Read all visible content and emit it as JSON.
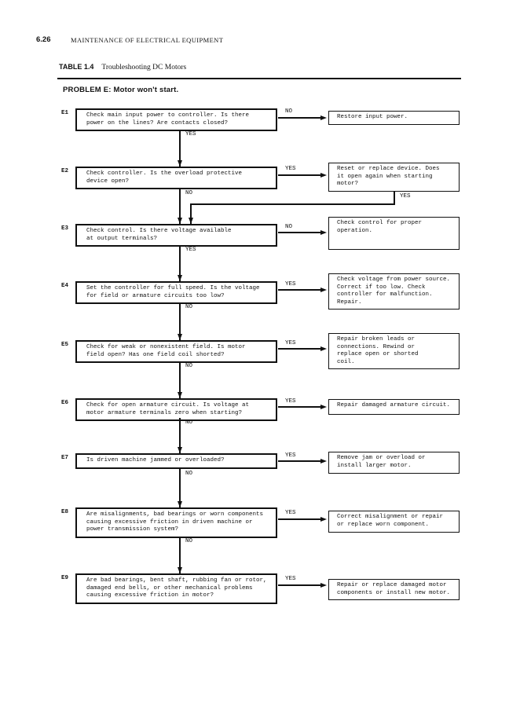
{
  "page": {
    "page_number": "6.26",
    "running_title": "MAINTENANCE OF ELECTRICAL EQUIPMENT",
    "table_label": "TABLE 1.4",
    "table_title": "Troubleshooting DC Motors",
    "problem_heading": "PROBLEM E: Motor won't start."
  },
  "flowchart": {
    "steps": [
      {
        "id": "E1",
        "question": "Check main input power to controller.  Is there\npower on the lines?  Are contacts closed?",
        "branch_label": "NO",
        "action": "Restore input power.",
        "down_label": "YES"
      },
      {
        "id": "E2",
        "question": "Check controller.  Is the overload protective\ndevice open?",
        "branch_label": "YES",
        "action": "Reset or replace device.  Does\nit open again when starting\nmotor?",
        "down_label": "NO",
        "loop_label": "YES"
      },
      {
        "id": "E3",
        "question": "Check control.  Is there voltage available\nat output terminals?",
        "branch_label": "NO",
        "action": "Check control for proper\noperation.",
        "down_label": "YES"
      },
      {
        "id": "E4",
        "question": "Set the controller for full speed.  Is the voltage\nfor field or armature circuits too low?",
        "branch_label": "YES",
        "action": "Check voltage from power source.\nCorrect if too low.  Check\ncontroller for malfunction.\nRepair.",
        "down_label": "NO"
      },
      {
        "id": "E5",
        "question": "Check for weak or nonexistent field.  Is motor\nfield open?  Has one field coil shorted?",
        "branch_label": "YES",
        "action": "Repair broken leads or\nconnections.  Rewind or\nreplace open or shorted\ncoil.",
        "down_label": "NO"
      },
      {
        "id": "E6",
        "question": "Check for open armature circuit.  Is voltage at\nmotor armature terminals zero when starting?",
        "branch_label": "YES",
        "action": "Repair damaged armature circuit.",
        "down_label": "NO"
      },
      {
        "id": "E7",
        "question": "Is driven machine jammed or overloaded?",
        "branch_label": "YES",
        "action": "Remove jam or overload or\ninstall larger motor.",
        "down_label": "NO"
      },
      {
        "id": "E8",
        "question": "Are misalignments, bad bearings or worn components\ncausing excessive friction in driven machine or\npower transmission system?",
        "branch_label": "YES",
        "action": "Correct misalignment or repair\nor replace worn component.",
        "down_label": "NO"
      },
      {
        "id": "E9",
        "question": "Are bad bearings, bent shaft, rubbing fan or rotor,\ndamaged end bells, or other mechanical problems\ncausing excessive friction in motor?",
        "branch_label": "YES",
        "action": "Repair or replace damaged motor\ncomponents or install new motor."
      }
    ]
  }
}
